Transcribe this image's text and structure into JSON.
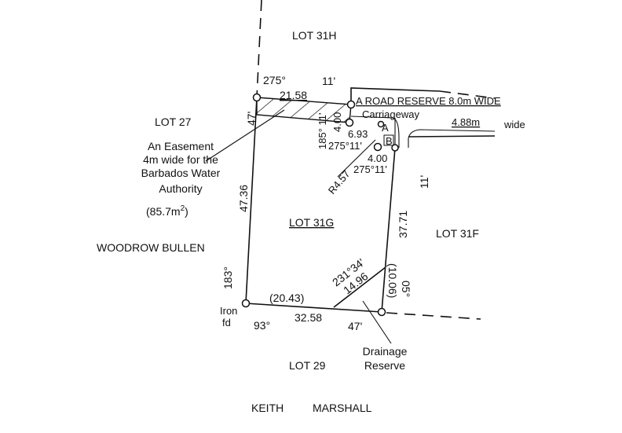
{
  "lots": {
    "lot_31h": "LOT 31H",
    "lot_27": "LOT 27",
    "lot_31g": "LOT 31G",
    "lot_31f": "LOT 31F",
    "lot_29": "LOT 29"
  },
  "owners": {
    "west": "WOODROW BULLEN",
    "south_first": "KEITH",
    "south_last": "MARSHALL"
  },
  "easement": {
    "line1": "An Easement",
    "line2": "4m wide for the",
    "line3": "Barbados Water",
    "line4": "Authority",
    "area": "(85.7m",
    "area_sup": "2",
    "area_close": ")"
  },
  "road": {
    "reserve": "A ROAD RESERVE 8.0m WIDE",
    "carriageway": "Carriageway",
    "carriageway_width": "4.88m",
    "carriageway_wide": "wide"
  },
  "measurements": {
    "top_bearing_deg": "275°",
    "top_bearing_min": "11'",
    "top_length": "21.58",
    "left_bearing_min": "47'",
    "left_length": "47.36",
    "left_bearing_deg": "183°",
    "right_length": "37.71",
    "right_bearing_min": "11'",
    "bottom_partial": "(20.43)",
    "bottom_length": "32.58",
    "bottom_bearing_deg": "93°",
    "bottom_bearing_min": "47'",
    "diag_bearing": "231°34'",
    "diag_length": "14.96",
    "right_lower": "(10.06)",
    "right_lower_min": "05°",
    "road_bearing": "185° 11'",
    "road_side": "4.00",
    "road_chord": "6.93",
    "road_bearing2": "275°11'",
    "road_bottom": "4.00",
    "radius": "R4.57",
    "road_bearing3": "275°11'",
    "point_a": "A",
    "point_b": "B"
  },
  "markers": {
    "iron": "Iron",
    "fd": "fd",
    "drainage1": "Drainage",
    "drainage2": "Reserve"
  }
}
